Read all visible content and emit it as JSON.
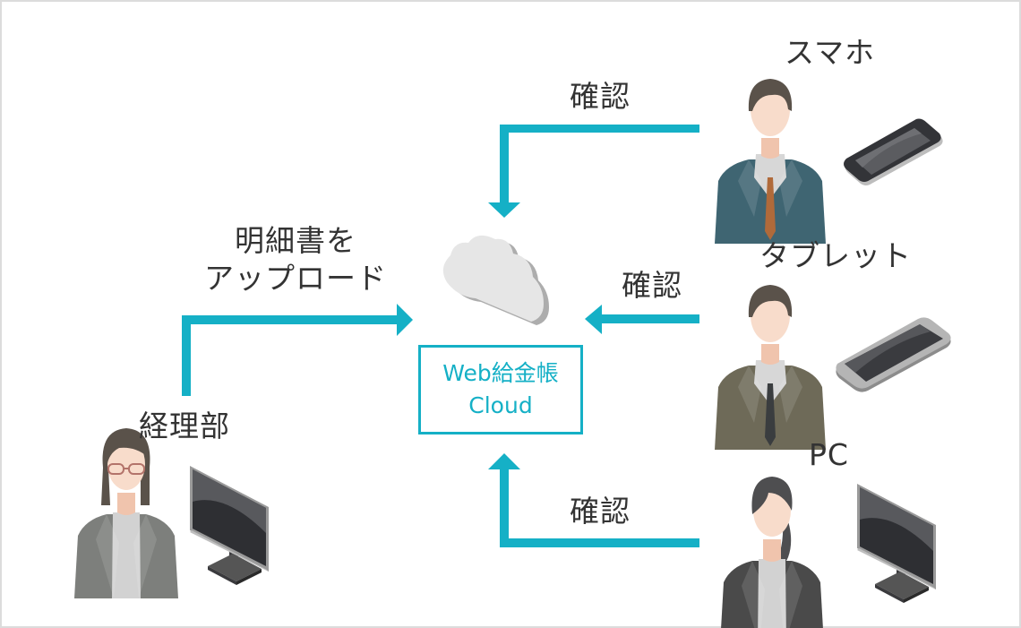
{
  "colors": {
    "accent": "#15b0c6",
    "text": "#333333",
    "frame": "#dcdcdc"
  },
  "service": {
    "line1": "Web給金帳",
    "line2": "Cloud",
    "icon": "cloud-icon"
  },
  "sender": {
    "label": "経理部",
    "action_line1": "明細書を",
    "action_line2": "アップロード",
    "icons": [
      "woman-with-glasses-avatar",
      "desktop-monitor-icon"
    ]
  },
  "viewers": [
    {
      "label": "スマホ",
      "action": "確認",
      "icons": [
        "man-teal-suit-avatar",
        "smartphone-icon"
      ]
    },
    {
      "label": "タブレット",
      "action": "確認",
      "icons": [
        "man-olive-suit-avatar",
        "tablet-icon"
      ]
    },
    {
      "label": "PC",
      "action": "確認",
      "icons": [
        "woman-dark-suit-avatar",
        "desktop-monitor-icon"
      ]
    }
  ]
}
